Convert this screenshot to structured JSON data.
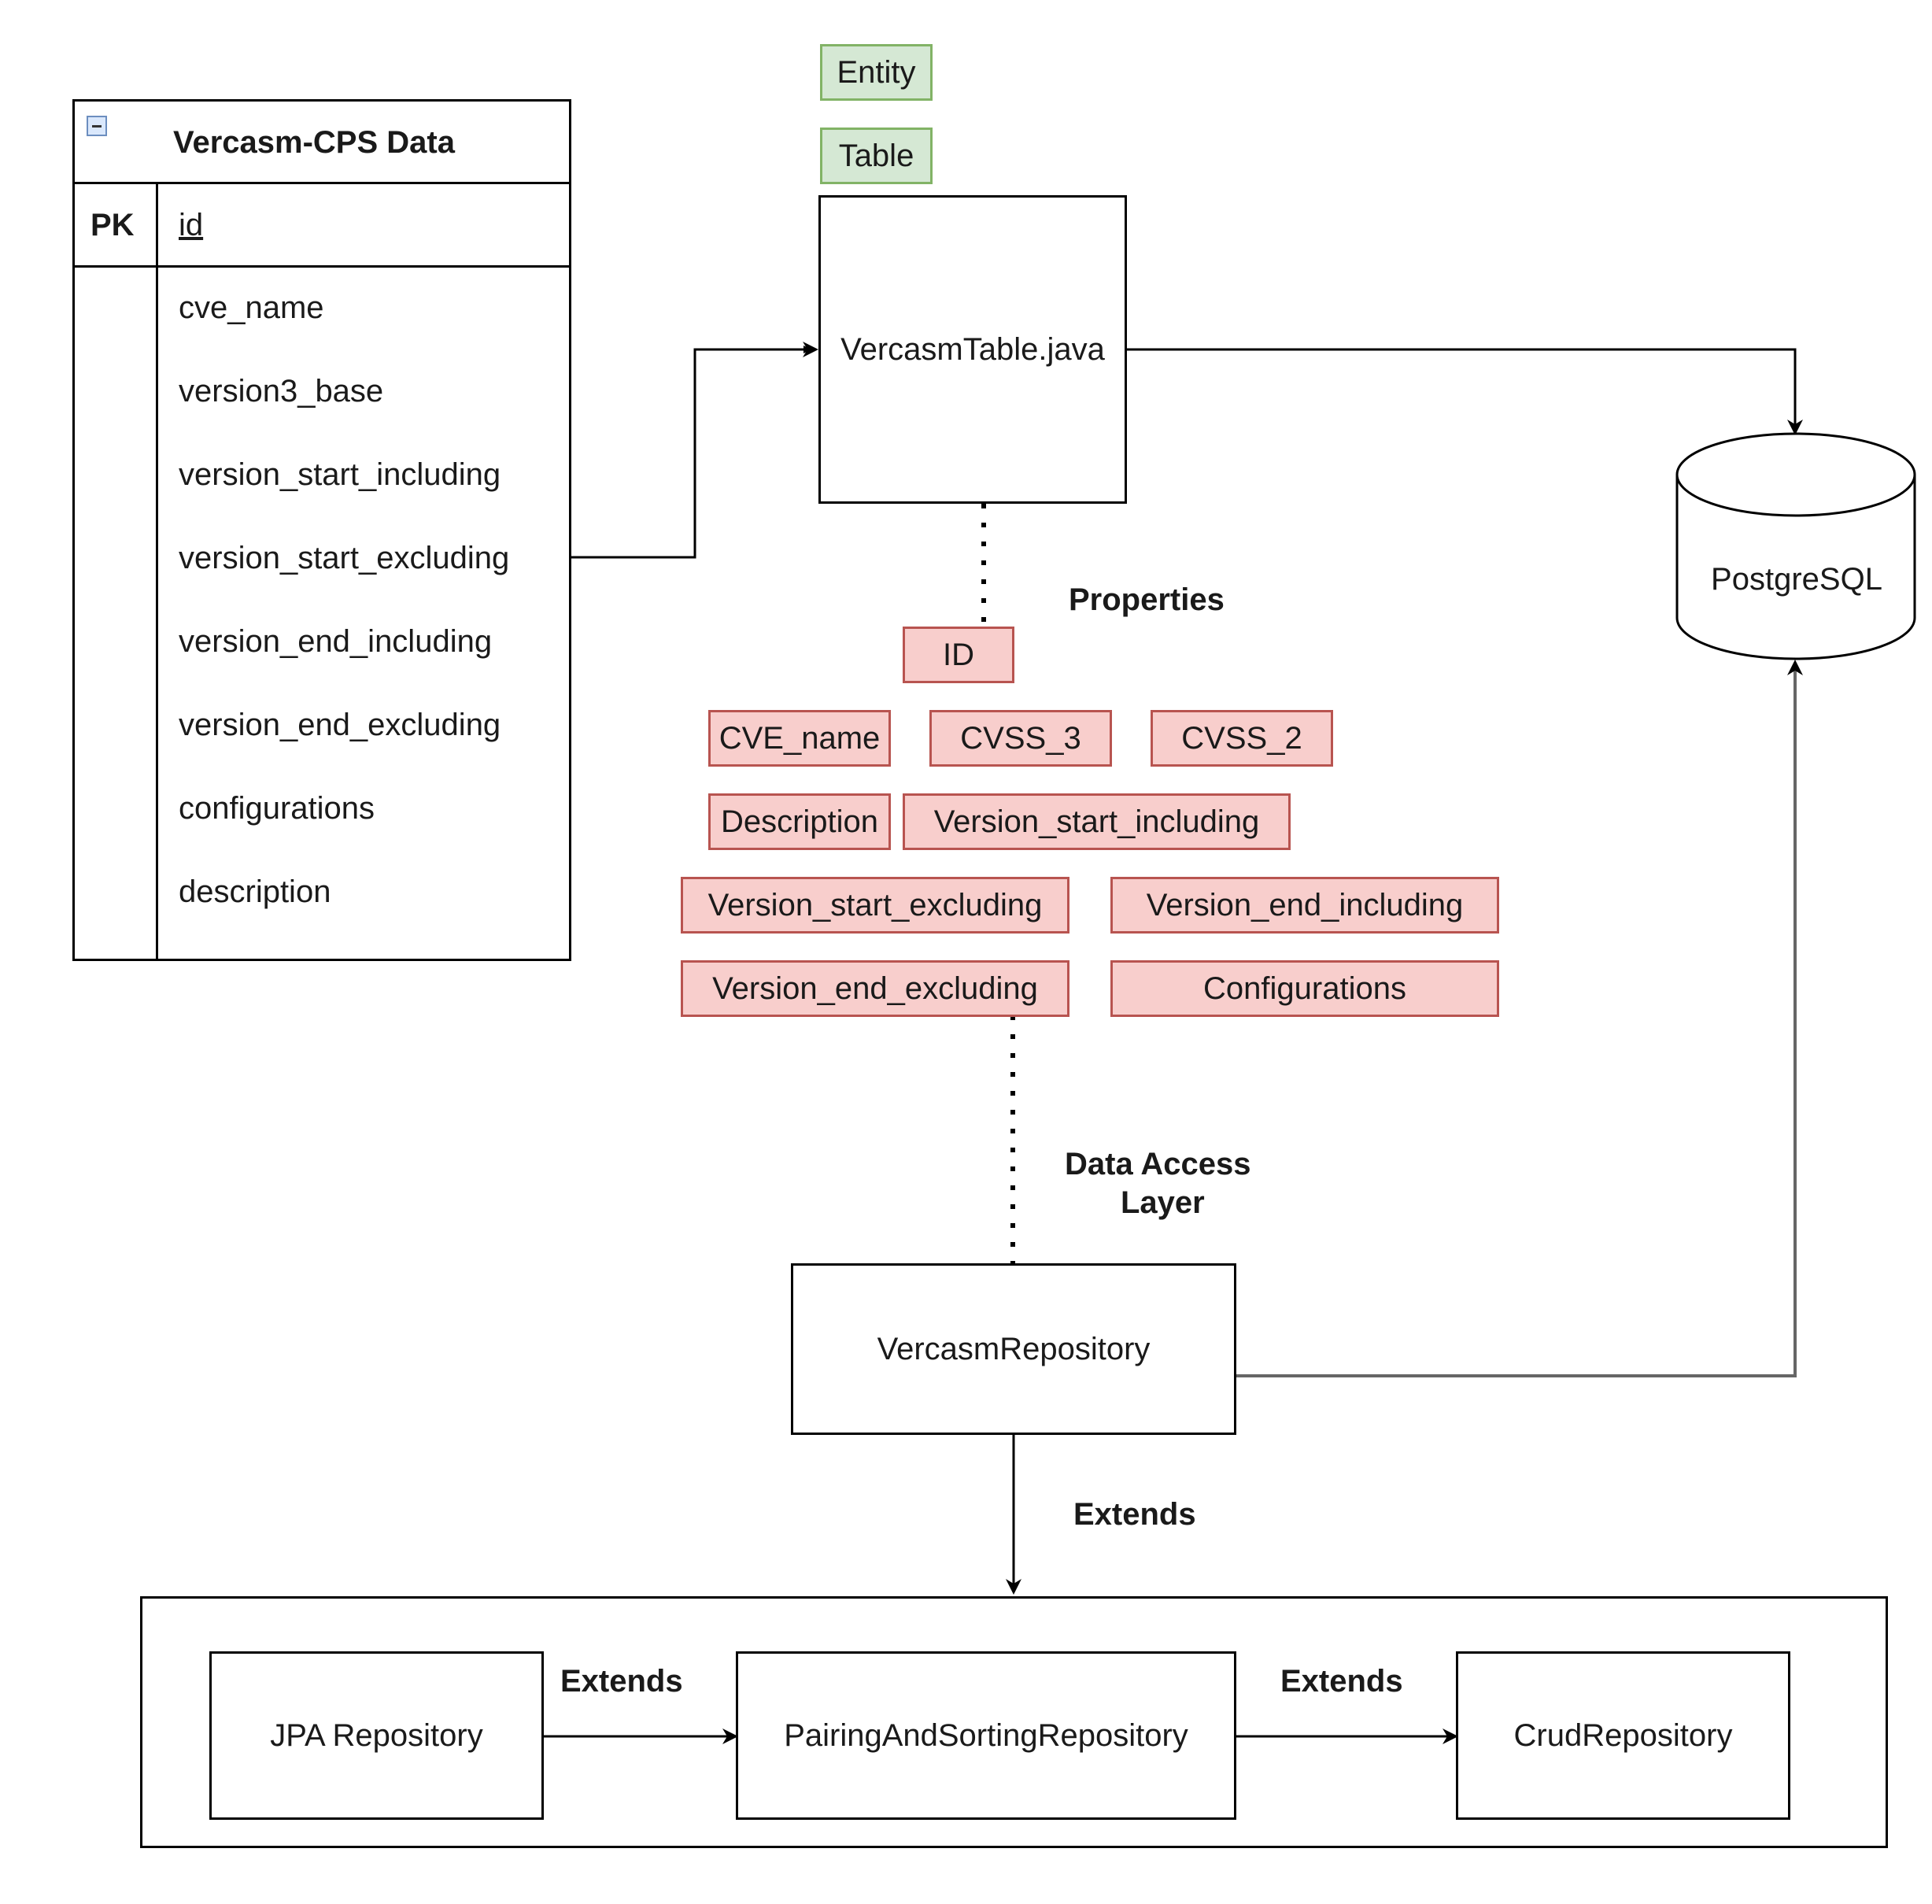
{
  "er_table": {
    "title": "Vercasm-CPS Data",
    "pk_label": "PK",
    "pk_field": "id",
    "fields": [
      "cve_name",
      "version3_base",
      "version_start_including",
      "version_start_excluding",
      "version_end_including",
      "version_end_excluding",
      "configurations",
      "description"
    ]
  },
  "annotations": {
    "entity": "Entity",
    "table": "Table"
  },
  "entity_class": "VercasmTable.java",
  "database": "PostgreSQL",
  "properties": {
    "heading": "Properties",
    "items": [
      "ID",
      "CVE_name",
      "CVSS_3",
      "CVSS_2",
      "Description",
      "Version_start_including",
      "Version_start_excluding",
      "Version_end_including",
      "Version_end_excluding",
      "Configurations"
    ]
  },
  "data_access": {
    "heading_line1": "Data Access",
    "heading_line2": "Layer",
    "repository": "VercasmRepository"
  },
  "extends_label": "Extends",
  "chain": [
    "JPA Repository",
    "PairingAndSortingRepository",
    "CrudRepository"
  ],
  "colors": {
    "green_fill": "#d5e8d4",
    "green_stroke": "#82b366",
    "red_fill": "#f8cecc",
    "red_stroke": "#b85450"
  }
}
